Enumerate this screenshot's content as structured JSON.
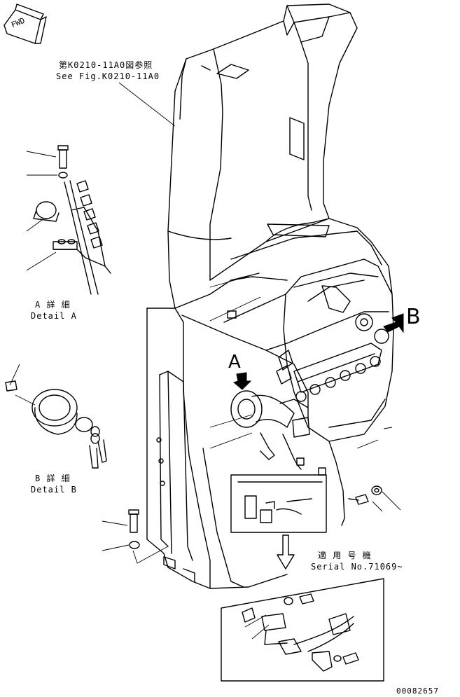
{
  "fwd_label": "FWD",
  "ref_note": {
    "jp": "第K0210-11A0図参照",
    "en": "See Fig.K0210-11A0"
  },
  "detail_a": {
    "jp": "A 詳 細",
    "en": "Detail A"
  },
  "detail_b": {
    "jp": "B 詳 細",
    "en": "Detail B"
  },
  "view_a": "A",
  "view_b": "B",
  "serial": {
    "jp": "適 用 号 機",
    "en": "Serial No.71069~"
  },
  "drawing_no": "00082657"
}
